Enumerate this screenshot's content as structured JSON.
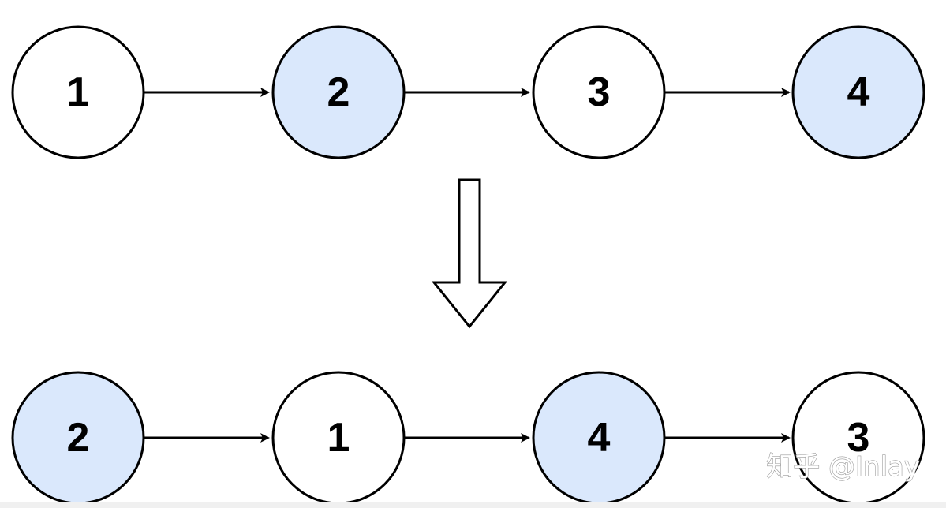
{
  "colors": {
    "highlight_fill": "#dae8fc",
    "plain_fill": "#ffffff",
    "stroke": "#000000"
  },
  "before_list": {
    "nodes": [
      {
        "label": "1",
        "highlighted": false
      },
      {
        "label": "2",
        "highlighted": true
      },
      {
        "label": "3",
        "highlighted": false
      },
      {
        "label": "4",
        "highlighted": true
      }
    ]
  },
  "after_list": {
    "nodes": [
      {
        "label": "2",
        "highlighted": true
      },
      {
        "label": "1",
        "highlighted": false
      },
      {
        "label": "4",
        "highlighted": true
      },
      {
        "label": "3",
        "highlighted": false
      }
    ]
  },
  "transform_arrow": {
    "direction": "down",
    "style": "hollow"
  },
  "watermark": {
    "text": "知乎 @Inlay"
  }
}
